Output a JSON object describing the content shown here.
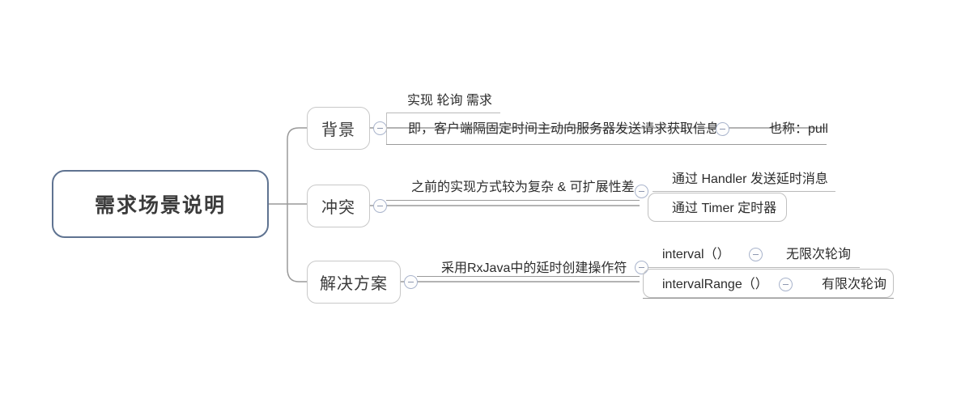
{
  "diagram": {
    "type": "mindmap",
    "title": "需求场景说明",
    "root": {
      "label": "需求场景说明"
    },
    "branches": [
      {
        "id": "background",
        "label": "背景",
        "toggle_icon": "collapse-minus-icon",
        "items": [
          {
            "text": "实现 轮询 需求"
          },
          {
            "text": "即，客户端隔固定时间主动向服务器发送请求获取信息",
            "toggle_icon": "collapse-minus-icon",
            "note": "也称：pull"
          }
        ]
      },
      {
        "id": "conflict",
        "label": "冲突",
        "toggle_icon": "collapse-minus-icon",
        "items": [
          {
            "text": "之前的实现方式较为复杂 & 可扩展性差",
            "toggle_icon": "collapse-minus-icon",
            "children": [
              {
                "text": "通过 Handler 发送延时消息"
              },
              {
                "text": "通过 Timer 定时器"
              }
            ]
          }
        ]
      },
      {
        "id": "solution",
        "label": "解决方案",
        "toggle_icon": "collapse-minus-icon",
        "items": [
          {
            "text": "采用RxJava中的延时创建操作符",
            "toggle_icon": "collapse-minus-icon",
            "children": [
              {
                "text": "interval（）",
                "toggle_icon": "collapse-minus-icon",
                "note": "无限次轮询"
              },
              {
                "text": "intervalRange（）",
                "toggle_icon": "collapse-minus-icon",
                "note": "有限次轮询"
              }
            ]
          }
        ]
      }
    ],
    "colors": {
      "root_border": "#5f7391",
      "branch_border": "#c8c8c8",
      "wire": "#9a9a9a",
      "text": "#2c2c2c",
      "toggle_border": "#a9b4cc"
    }
  }
}
